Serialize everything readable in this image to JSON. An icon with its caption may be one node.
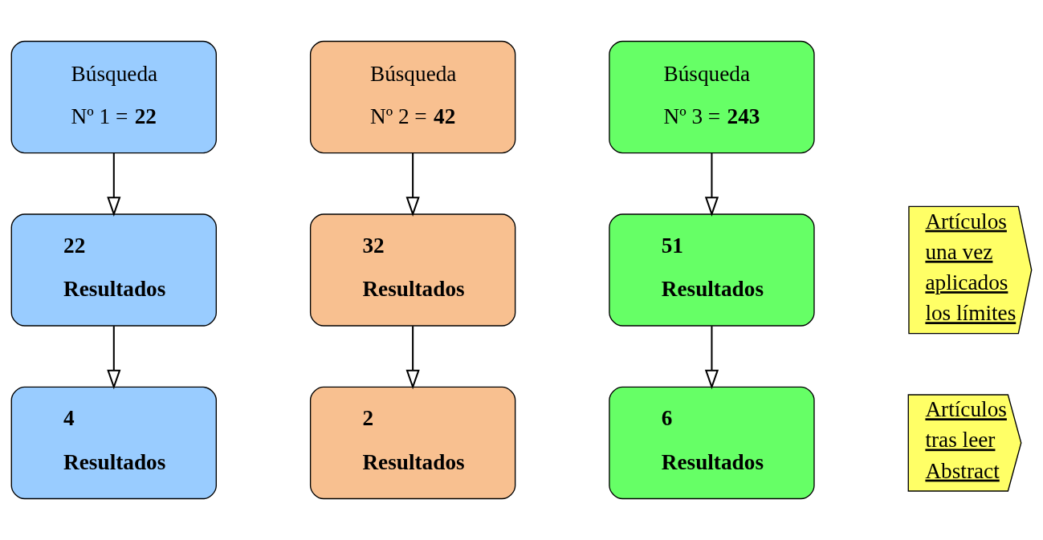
{
  "diagram": {
    "nodes": [
      {
        "text": [
          "Búsqueda",
          "Nº 1 = **22**"
        ]
      },
      {
        "text": [
          "Búsqueda",
          "Nº 2 = **42**"
        ]
      },
      {
        "text": [
          "Búsqueda",
          "Nº 3 = **243**"
        ]
      },
      {
        "text": [
          "Artículos una vez aplicados los límites"
        ]
      },
      {
        "text": [
          "22",
          "Resultados"
        ]
      },
      {
        "text": [
          "32",
          "Resultados"
        ]
      },
      {
        "text": [
          "51",
          "Resultados"
        ]
      },
      {
        "text": [
          "Artículos tras leer Abstract"
        ]
      },
      {
        "text": [
          "4",
          "Resultados"
        ]
      },
      {
        "text": [
          "2",
          "Resultados"
        ]
      },
      {
        "text": [
          "6",
          "Resultados"
        ]
      }
    ],
    "edges": [
      {
        "from": 0,
        "to": 4,
        "arrow": "to"
      },
      {
        "from": 4,
        "to": 8,
        "arrow": "to"
      },
      {
        "from": 1,
        "to": 5,
        "arrow": "to"
      },
      {
        "from": 5,
        "to": 9,
        "arrow": "to"
      },
      {
        "from": 2,
        "to": 6,
        "arrow": "to"
      },
      {
        "from": 6,
        "to": 10,
        "arrow": "to"
      }
    ]
  }
}
